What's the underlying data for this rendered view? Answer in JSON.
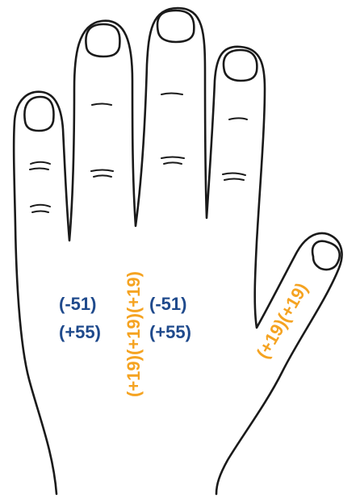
{
  "labels": {
    "left_top": "(-51)",
    "left_bottom": "(+55)",
    "right_top": "(-51)",
    "right_bottom": "(+55)",
    "middle_vertical": "(+19)(+19)(+19)",
    "thumb_diagonal": "(+19)(+19)"
  },
  "colors": {
    "blue_label": "#1f4a8c",
    "orange_label": "#f5a321",
    "outline": "#1a1a1a"
  }
}
